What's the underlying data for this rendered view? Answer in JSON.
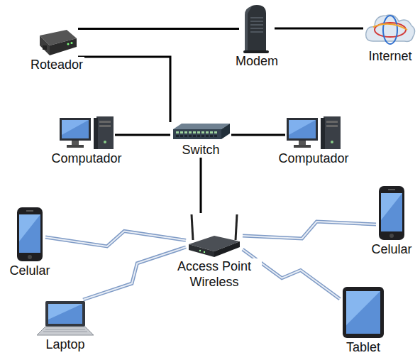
{
  "diagram": {
    "nodes": [
      {
        "text": [
          "Roteador"
        ]
      },
      {
        "text": [
          "Modem"
        ]
      },
      {
        "text": [
          "Internet"
        ]
      },
      {
        "text": [
          "Computador"
        ]
      },
      {
        "text": [
          "Switch"
        ]
      },
      {
        "text": [
          "Computador"
        ]
      },
      {
        "text": [
          "Celular"
        ]
      },
      {
        "text": [
          "Access Point Wireless"
        ]
      },
      {
        "text": [
          "Celular"
        ]
      },
      {
        "text": [
          "Laptop"
        ]
      },
      {
        "text": [
          "Tablet"
        ]
      }
    ],
    "edges": [
      {
        "from": 0,
        "to": 1,
        "arrow": "none"
      },
      {
        "from": 1,
        "to": 2,
        "arrow": "none"
      },
      {
        "from": 0,
        "to": 4,
        "arrow": "none"
      },
      {
        "from": 3,
        "to": 4,
        "arrow": "none"
      },
      {
        "from": 4,
        "to": 5,
        "arrow": "none"
      },
      {
        "from": 4,
        "to": 7,
        "arrow": "none"
      },
      {
        "from": 7,
        "to": 6,
        "arrow": "none"
      },
      {
        "from": 7,
        "to": 8,
        "arrow": "none"
      },
      {
        "from": 7,
        "to": 9,
        "arrow": "none"
      },
      {
        "from": 7,
        "to": 10,
        "arrow": "none"
      }
    ]
  }
}
